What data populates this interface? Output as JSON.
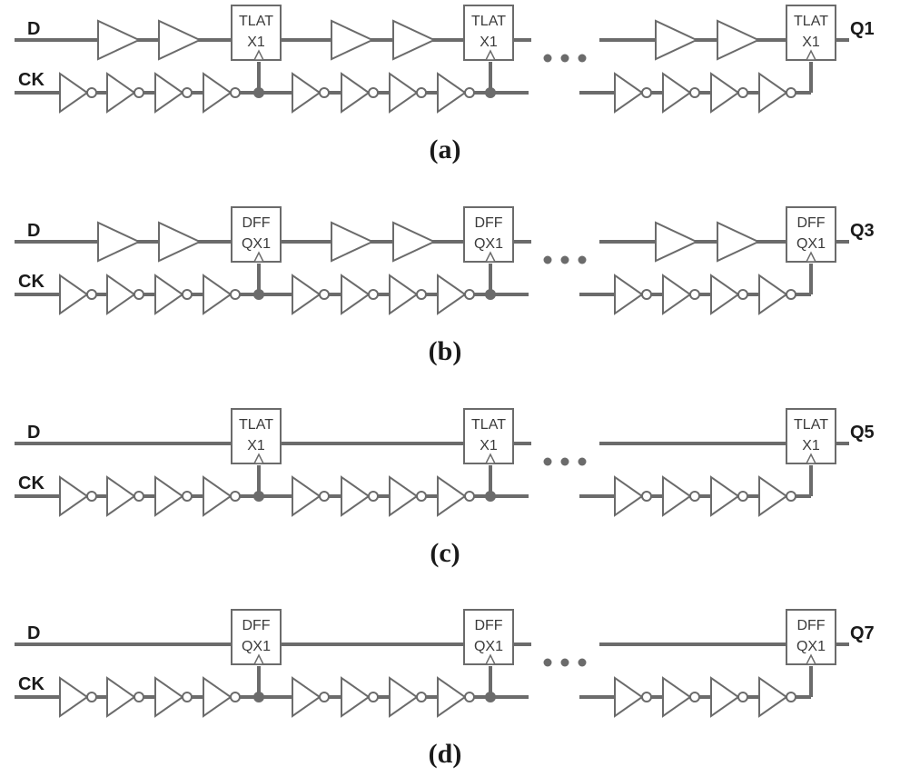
{
  "panels": [
    {
      "caption": "(a)",
      "d_label": "D",
      "ck_label": "CK",
      "q_label": "Q1",
      "cell_line1": "TLAT",
      "cell_line2": "X1",
      "data_buffers": true
    },
    {
      "caption": "(b)",
      "d_label": "D",
      "ck_label": "CK",
      "q_label": "Q3",
      "cell_line1": "DFF",
      "cell_line2": "QX1",
      "data_buffers": true
    },
    {
      "caption": "(c)",
      "d_label": "D",
      "ck_label": "CK",
      "q_label": "Q5",
      "cell_line1": "TLAT",
      "cell_line2": "X1",
      "data_buffers": false
    },
    {
      "caption": "(d)",
      "d_label": "D",
      "ck_label": "CK",
      "q_label": "Q7",
      "cell_line1": "DFF",
      "cell_line2": "QX1",
      "data_buffers": false
    }
  ],
  "colors": {
    "wire": "#6b6b6b",
    "text": "#1a1a1a",
    "cell_text": "#3a3a3a"
  }
}
